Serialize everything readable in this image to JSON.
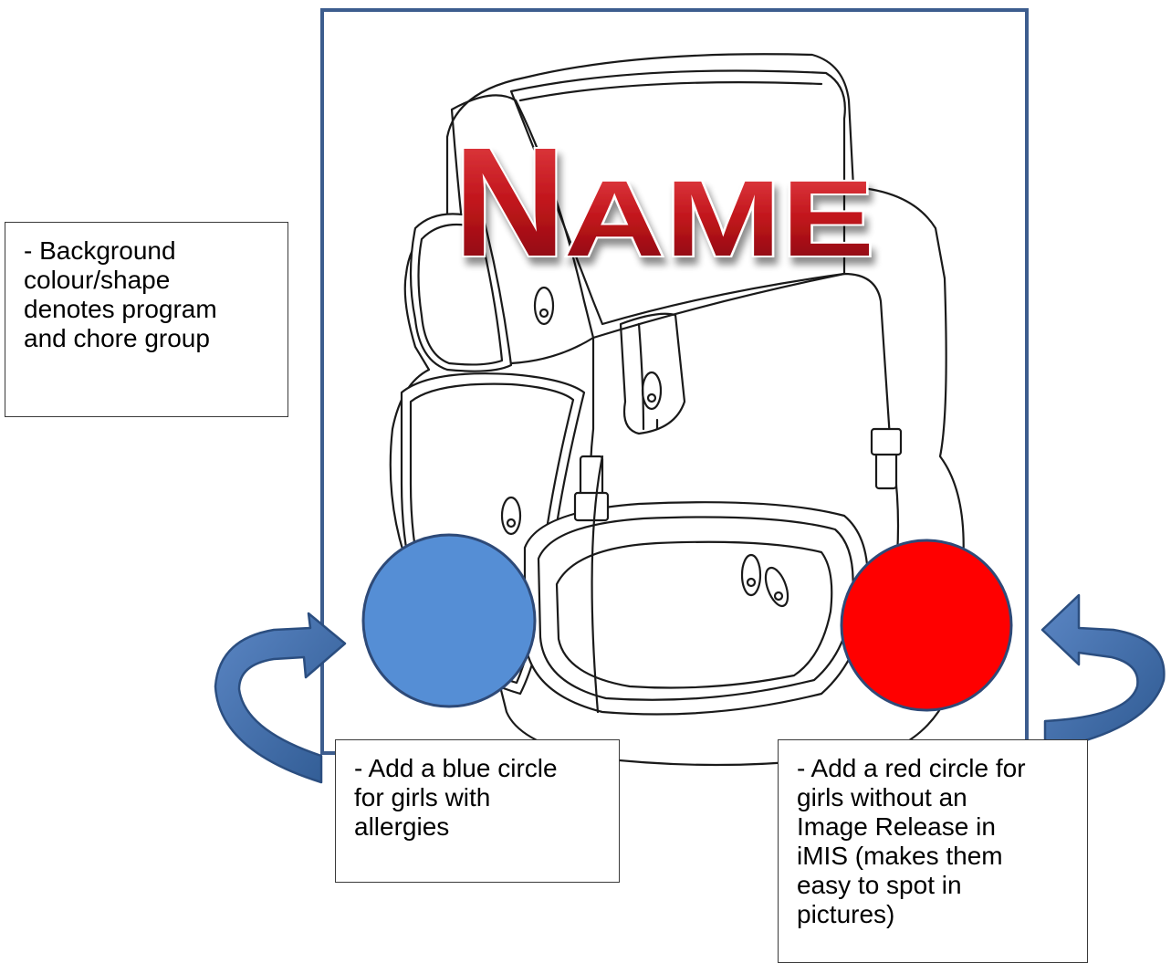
{
  "diagram": {
    "name_label": {
      "first_letter": "N",
      "rest": "AME"
    },
    "notes": {
      "background": "- Background\ncolour/shape\ndenotes program\nand chore group",
      "blue_circle": "- Add a blue circle\nfor girls with\nallergies",
      "red_circle": "- Add a red circle for\ngirls without an\nImage Release in\niMIS (makes them\neasy to spot in\npictures)"
    },
    "colors": {
      "frame": "#3d5d8e",
      "blue_circle": "#558ed5",
      "red_circle": "#ff0000",
      "circle_border": "#2e4a78",
      "arrow_fill": "#3f6fad",
      "arrow_edge": "#2b4e80",
      "name_text": "#c0141b"
    },
    "icons": [
      "backpack-icon",
      "curved-arrow-icon"
    ]
  }
}
